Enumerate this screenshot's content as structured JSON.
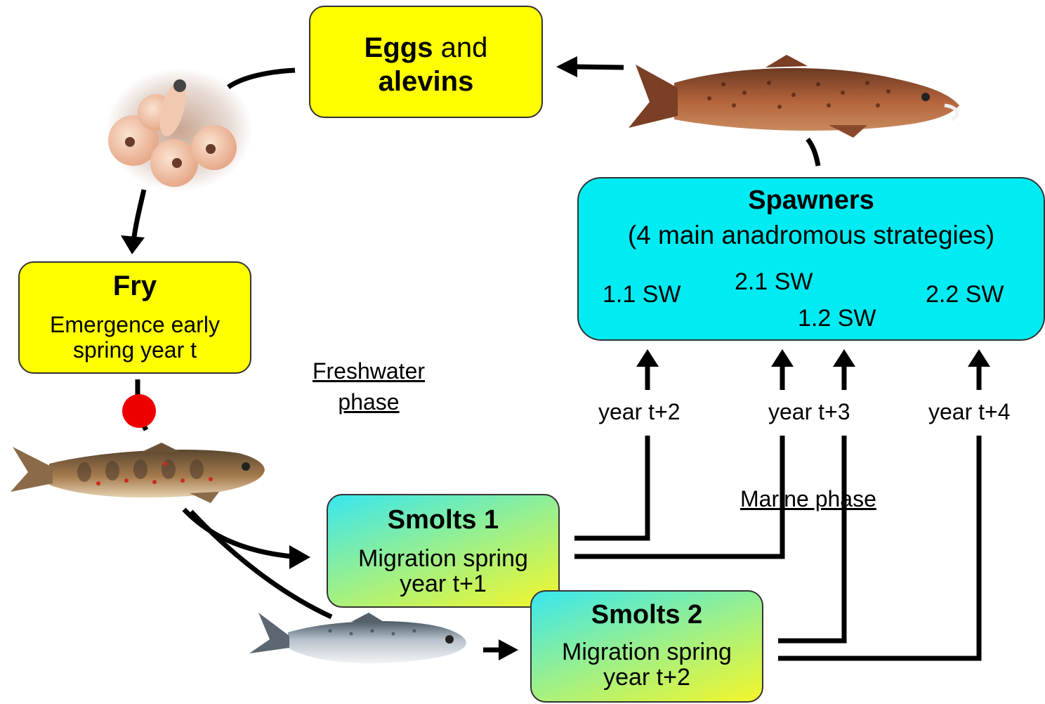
{
  "eggs": {
    "title_bold": "Eggs",
    "title_rest": "and",
    "line2": "alevins"
  },
  "fry": {
    "title": "Fry",
    "line1": "Emergence early",
    "line2": "spring year t"
  },
  "spawners": {
    "title": "Spawners",
    "subtitle": "(4 main anadromous strategies)",
    "s11": "1.1 SW",
    "s21": "2.1 SW",
    "s12": "1.2 SW",
    "s22": "2.2 SW"
  },
  "freshwater": {
    "line1": "Freshwater",
    "line2": "phase"
  },
  "marine": "Marine phase",
  "years": {
    "t2": "year t+2",
    "t3": "year t+3",
    "t4": "year t+4"
  },
  "smolts1": {
    "title": "Smolts 1",
    "line1": "Migration spring",
    "line2": "year t+1"
  },
  "smolts2": {
    "title": "Smolts 2",
    "line1": "Migration spring",
    "line2": "year t+2"
  },
  "colors": {
    "life_stage_box": "#ffff00",
    "spawner_box": "#00ecf2",
    "smolt_gradient_from": "#38e6f0",
    "smolt_gradient_to": "#f4f62a",
    "marker": "#ee0000"
  },
  "images": [
    "eggs-alevins-photo",
    "adult-salmon-photo",
    "parr-photo",
    "smolt-photo"
  ]
}
